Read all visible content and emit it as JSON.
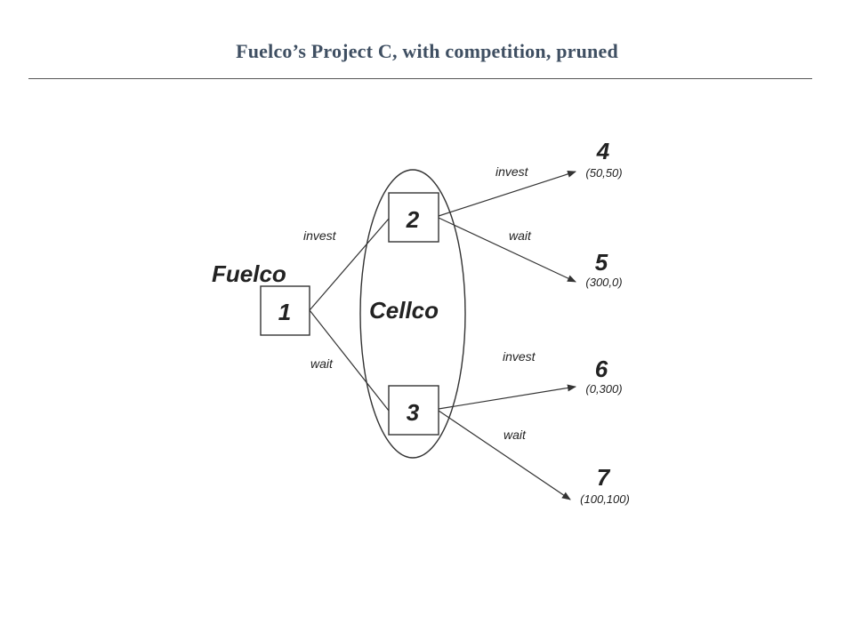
{
  "slide": {
    "title": "Fuelco’s Project C, with competition, pruned"
  },
  "tree": {
    "players": {
      "fuelco": "Fuelco",
      "cellco": "Cellco"
    },
    "nodes": {
      "n1": "1",
      "n2": "2",
      "n3": "3"
    },
    "terminals": [
      {
        "num": "4",
        "payoff": "(50,50)"
      },
      {
        "num": "5",
        "payoff": "(300,0)"
      },
      {
        "num": "6",
        "payoff": "(0,300)"
      },
      {
        "num": "7",
        "payoff": "(100,100)"
      }
    ],
    "edges": {
      "n1_invest": "invest",
      "n1_wait": "wait",
      "n2_invest": "invest",
      "n2_wait": "wait",
      "n3_invest": "invest",
      "n3_wait": "wait"
    }
  }
}
